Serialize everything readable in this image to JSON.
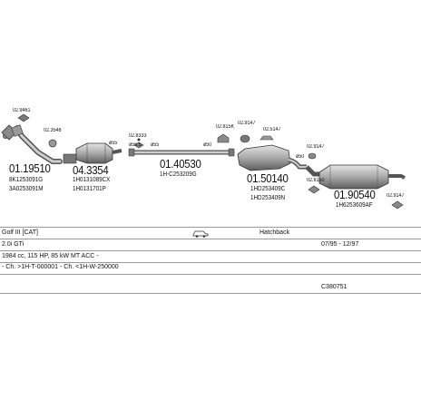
{
  "parts": {
    "p1": {
      "num": "01.19510",
      "oem1": "8K1253091G",
      "oem2": "3A0253091M"
    },
    "p2": {
      "num": "04.3354",
      "oem1": "1H0131089CX",
      "oem2": "1H0131701P"
    },
    "p3": {
      "num": "01.40530",
      "oem1": "1H-C253209G"
    },
    "p4": {
      "num": "01.50140",
      "oem1": "1HD253409C",
      "oem2": "1HD253409N"
    },
    "p5": {
      "num": "01.90540",
      "oem1": "1H6253609AF"
    }
  },
  "small_parts": {
    "s1": "02.9461",
    "s2": "02.3548",
    "s3": "02.8333",
    "s4": "02.815K",
    "s5": "02.9147",
    "s6": "02.5147",
    "s7": "02.9147",
    "s8": "02.8150",
    "s9": "02.9147"
  },
  "diameters": {
    "d1": "ø55",
    "d2": "ø55.5",
    "d3": "ø55",
    "d4": "ø50",
    "d5": "ø50"
  },
  "info": {
    "model": "Golf III [CAT]",
    "body": "Hatchback",
    "engine": "2.0i GTi",
    "years": "07/95 - 12/97",
    "spec": "1984 cc, 115 HP, 85 kW MT ACC -",
    "chassis": "- Ch. >1H-T-000001 - Ch. <1H-W-250000",
    "code": "C380751"
  },
  "colors": {
    "part_fill": "#bcbcbc",
    "part_dark": "#6e6e6e",
    "divider": "#9a9a9a"
  },
  "icons": {
    "car": "car-icon"
  }
}
